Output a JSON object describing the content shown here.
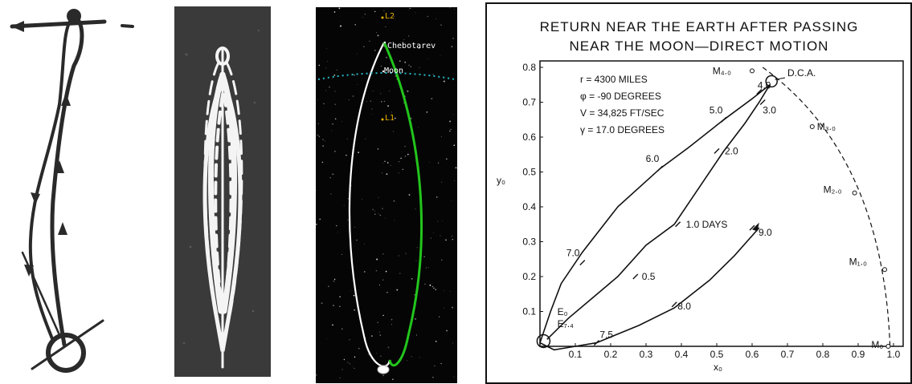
{
  "panel3": {
    "labels": {
      "l2": "L2",
      "chebotarev": "Chebotarev",
      "moon": "Moon",
      "l1": "L1"
    },
    "colors": {
      "outbound": "#ffffff",
      "return": "#22c51c",
      "moon_orbit": "#25b8c8",
      "lagrange": "#e8b000"
    }
  },
  "panel4": {
    "title_line1": "RETURN NEAR THE EARTH AFTER PASSING",
    "title_line2": "NEAR THE MOON—DIRECT MOTION",
    "params": {
      "r": "r = 4300 MILES",
      "phi": "φ = -90 DEGREES",
      "v": "V = 34,825 FT/SEC",
      "gamma": "γ = 17.0 DEGREES"
    },
    "xlabel": "x₀",
    "ylabel": "y₀",
    "x_ticks": [
      "0.1",
      "0.2",
      "0.3",
      "0.4",
      "0.5",
      "0.6",
      "0.7",
      "0.8",
      "0.9",
      "1.0"
    ],
    "y_ticks": [
      "0.1",
      "0.2",
      "0.3",
      "0.4",
      "0.5",
      "0.6",
      "0.7",
      "0.8"
    ],
    "dca_label": "D.C.A.",
    "day_marks": [
      "0.5",
      "1.0 DAYS",
      "2.0",
      "3.0",
      "4.0",
      "5.0",
      "6.0",
      "7.0",
      "7.5",
      "8.0",
      "9.0"
    ],
    "earth_labels": [
      "E₀",
      "E₇.₄"
    ],
    "moon_labels": [
      "M₀",
      "M₁.₀",
      "M₂.₀",
      "M₃.₀",
      "M₄.₀"
    ]
  }
}
